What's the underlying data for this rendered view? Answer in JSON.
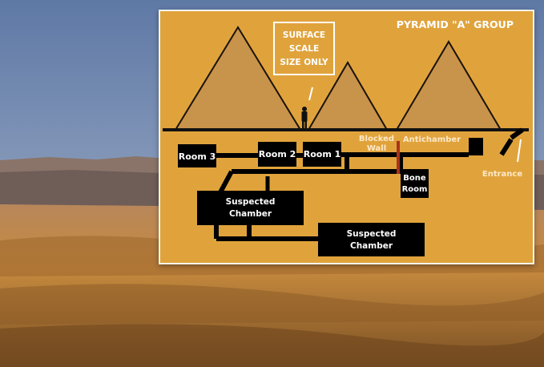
{
  "title": "PYRAMID \"A\" GROUP",
  "scale_note": [
    "SURFACE",
    "SCALE",
    "SIZE ONLY"
  ],
  "rooms": {
    "room3": "Room 3",
    "room2": "Room 2",
    "room1": "Room 1",
    "blocked_wall": [
      "Blocked",
      "Wall"
    ],
    "antichamber": "Antichamber",
    "bone_room": [
      "Bone",
      "Room"
    ],
    "entrance": "Entrance",
    "suspected_chamber_1": [
      "Suspected",
      "Chamber"
    ],
    "suspected_chamber_2": [
      "Suspected",
      "Chamber"
    ]
  },
  "colors": {
    "panel_bg": "#e0a33c",
    "pyramid_fill": "#c8934a",
    "chamber_fill": "#000000",
    "label_text": "#ffffff",
    "highlight_text": "#fde9c8",
    "blocked_wall_marker": "#a8341c"
  }
}
